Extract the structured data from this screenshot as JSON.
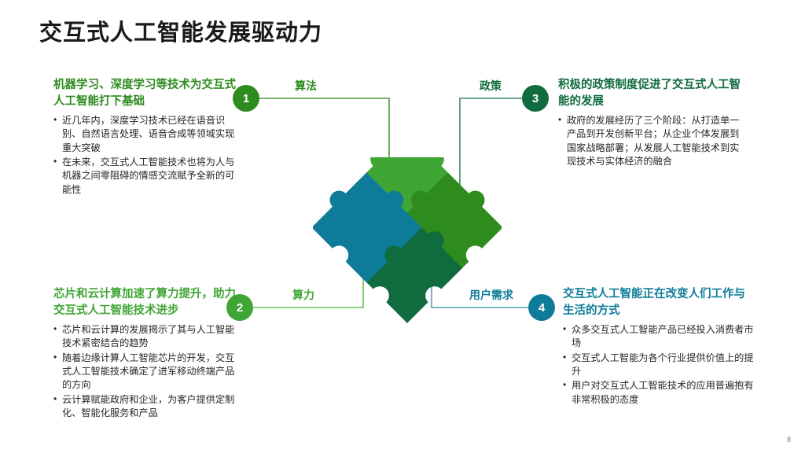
{
  "slide": {
    "title": "交互式人工智能发展驱动力",
    "page_number": "8"
  },
  "colors": {
    "green_light": "#3FA535",
    "green_medium": "#2E8B1E",
    "green_dark": "#106B3E",
    "teal": "#0E7C99",
    "text": "#262626",
    "title": "#1a1a1a"
  },
  "connectors": [
    {
      "number": "1",
      "label": "算法",
      "color": "#2E8B1E"
    },
    {
      "number": "2",
      "label": "算力",
      "color": "#3FA535"
    },
    {
      "number": "3",
      "label": "政策",
      "color": "#106B3E"
    },
    {
      "number": "4",
      "label": "用户需求",
      "color": "#0E7C99"
    }
  ],
  "quadrants": [
    {
      "id": "q1",
      "number": "1",
      "heading": "机器学习、深度学习等技术为交互式人工智能打下基础",
      "bullets": [
        "近几年内，深度学习技术已经在语音识别、自然语言处理、语音合成等领域实现重大突破",
        "在未来，交互式人工智能技术也将为人与机器之间零阻碍的情感交流赋予全新的可能性"
      ]
    },
    {
      "id": "q2",
      "number": "2",
      "heading": "芯片和云计算加速了算力提升，助力交互式人工智能技术进步",
      "bullets": [
        "芯片和云计算的发展揭示了其与人工智能技术紧密结合的趋势",
        "随着边缘计算人工智能芯片的开发，交互式人工智能技术确定了进军移动终端产品的方向",
        "云计算赋能政府和企业，为客户提供定制化、智能化服务和产品"
      ]
    },
    {
      "id": "q3",
      "number": "3",
      "heading": "积极的政策制度促进了交互式人工智能的发展",
      "bullets": [
        "政府的发展经历了三个阶段：从打造单一产品到开发创新平台；从企业个体发展到国家战略部署；从发展人工智能技术到实现技术与实体经济的融合"
      ]
    },
    {
      "id": "q4",
      "number": "4",
      "heading": "交互式人工智能正在改变人们工作与生活的方式",
      "bullets": [
        "众多交互式人工智能产品已经投入消费者市场",
        "交互式人工智能为各个行业提供价值上的提升",
        "用户对交互式人工智能技术的应用普遍抱有非常积极的态度"
      ]
    }
  ],
  "puzzle": {
    "pieces": [
      {
        "name": "piece-west",
        "color": "#3FA535"
      },
      {
        "name": "piece-north",
        "color": "#2E8B1E"
      },
      {
        "name": "piece-east",
        "color": "#106B3E"
      },
      {
        "name": "piece-south",
        "color": "#0E7C99"
      }
    ]
  }
}
